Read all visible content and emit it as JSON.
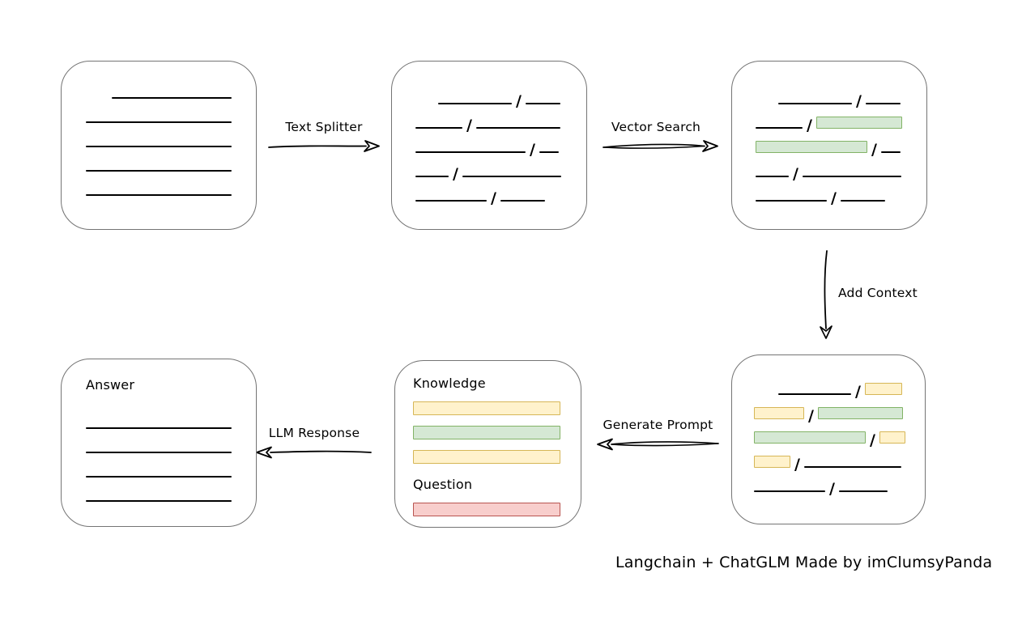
{
  "caption": "Langchain + ChatGLM Made by imClumsyPanda",
  "colors": {
    "ink": "#000000",
    "box_border": "#747474",
    "green_fill": "#d5e8d4",
    "green_stroke": "#82b366",
    "yellow_fill": "#fff2cc",
    "yellow_stroke": "#d6b656",
    "red_fill": "#f8cecc",
    "red_stroke": "#b85450"
  },
  "arrows": {
    "text_splitter": {
      "label": "Text Splitter",
      "direction": "right"
    },
    "vector_search": {
      "label": "Vector Search",
      "direction": "right"
    },
    "add_context": {
      "label": "Add Context",
      "direction": "down"
    },
    "generate_prompt": {
      "label": "Generate Prompt",
      "direction": "left"
    },
    "llm_response": {
      "label": "LLM Response",
      "direction": "left"
    }
  },
  "boxes": {
    "document": {
      "rows": [
        {
          "indent": 32,
          "segments": [
            {
              "kind": "line",
              "w": 148
            }
          ]
        },
        {
          "indent": 0,
          "segments": [
            {
              "kind": "line",
              "w": 180
            }
          ]
        },
        {
          "indent": 0,
          "segments": [
            {
              "kind": "line",
              "w": 180
            }
          ]
        },
        {
          "indent": 0,
          "segments": [
            {
              "kind": "line",
              "w": 180
            }
          ]
        },
        {
          "indent": 0,
          "segments": [
            {
              "kind": "line",
              "w": 180
            }
          ]
        }
      ]
    },
    "chunks": {
      "rows": [
        {
          "indent": 28,
          "segments": [
            {
              "kind": "line",
              "w": 91
            },
            {
              "kind": "slash"
            },
            {
              "kind": "line",
              "w": 43
            }
          ]
        },
        {
          "indent": 0,
          "segments": [
            {
              "kind": "line",
              "w": 58
            },
            {
              "kind": "slash"
            },
            {
              "kind": "line",
              "w": 104
            }
          ]
        },
        {
          "indent": 0,
          "segments": [
            {
              "kind": "line",
              "w": 136
            },
            {
              "kind": "slash"
            },
            {
              "kind": "line",
              "w": 24
            }
          ]
        },
        {
          "indent": 0,
          "segments": [
            {
              "kind": "line",
              "w": 41
            },
            {
              "kind": "slash"
            },
            {
              "kind": "line",
              "w": 122
            }
          ]
        },
        {
          "indent": 0,
          "segments": [
            {
              "kind": "line",
              "w": 88
            },
            {
              "kind": "slash"
            },
            {
              "kind": "line",
              "w": 55
            }
          ]
        }
      ]
    },
    "matched_chunks": {
      "rows": [
        {
          "indent": 28,
          "segments": [
            {
              "kind": "line",
              "w": 91
            },
            {
              "kind": "slash"
            },
            {
              "kind": "line",
              "w": 43
            }
          ]
        },
        {
          "indent": 0,
          "segments": [
            {
              "kind": "line",
              "w": 58
            },
            {
              "kind": "slash"
            },
            {
              "kind": "bar-green",
              "w": 106
            }
          ]
        },
        {
          "indent": 0,
          "segments": [
            {
              "kind": "bar-green",
              "w": 138
            },
            {
              "kind": "slash"
            },
            {
              "kind": "line",
              "w": 24
            }
          ]
        },
        {
          "indent": 0,
          "segments": [
            {
              "kind": "line",
              "w": 41
            },
            {
              "kind": "slash"
            },
            {
              "kind": "line",
              "w": 122
            }
          ]
        },
        {
          "indent": 0,
          "segments": [
            {
              "kind": "line",
              "w": 88
            },
            {
              "kind": "slash"
            },
            {
              "kind": "line",
              "w": 55
            }
          ]
        }
      ]
    },
    "context_chunks": {
      "rows": [
        {
          "indent": 30,
          "segments": [
            {
              "kind": "line",
              "w": 90
            },
            {
              "kind": "slash"
            },
            {
              "kind": "bar-yellow",
              "w": 46
            }
          ]
        },
        {
          "indent": 0,
          "segments": [
            {
              "kind": "bar-yellow",
              "w": 62
            },
            {
              "kind": "slash"
            },
            {
              "kind": "bar-green",
              "w": 105
            }
          ]
        },
        {
          "indent": 0,
          "segments": [
            {
              "kind": "bar-green",
              "w": 138
            },
            {
              "kind": "slash"
            },
            {
              "kind": "bar-yellow",
              "w": 32
            }
          ]
        },
        {
          "indent": 0,
          "segments": [
            {
              "kind": "bar-yellow",
              "w": 45
            },
            {
              "kind": "slash"
            },
            {
              "kind": "line",
              "w": 120
            }
          ]
        },
        {
          "indent": 0,
          "segments": [
            {
              "kind": "line",
              "w": 88
            },
            {
              "kind": "slash"
            },
            {
              "kind": "line",
              "w": 60
            }
          ]
        }
      ]
    },
    "prompt": {
      "knowledge_label": "Knowledge",
      "question_label": "Question",
      "knowledge_bars": [
        "yellow",
        "green",
        "yellow"
      ],
      "question_bars": [
        "red"
      ]
    },
    "answer": {
      "label": "Answer",
      "rows": [
        {
          "indent": 0,
          "segments": [
            {
              "kind": "line",
              "w": 180
            }
          ]
        },
        {
          "indent": 0,
          "segments": [
            {
              "kind": "line",
              "w": 180
            }
          ]
        },
        {
          "indent": 0,
          "segments": [
            {
              "kind": "line",
              "w": 180
            }
          ]
        },
        {
          "indent": 0,
          "segments": [
            {
              "kind": "line",
              "w": 180
            }
          ]
        }
      ]
    }
  }
}
